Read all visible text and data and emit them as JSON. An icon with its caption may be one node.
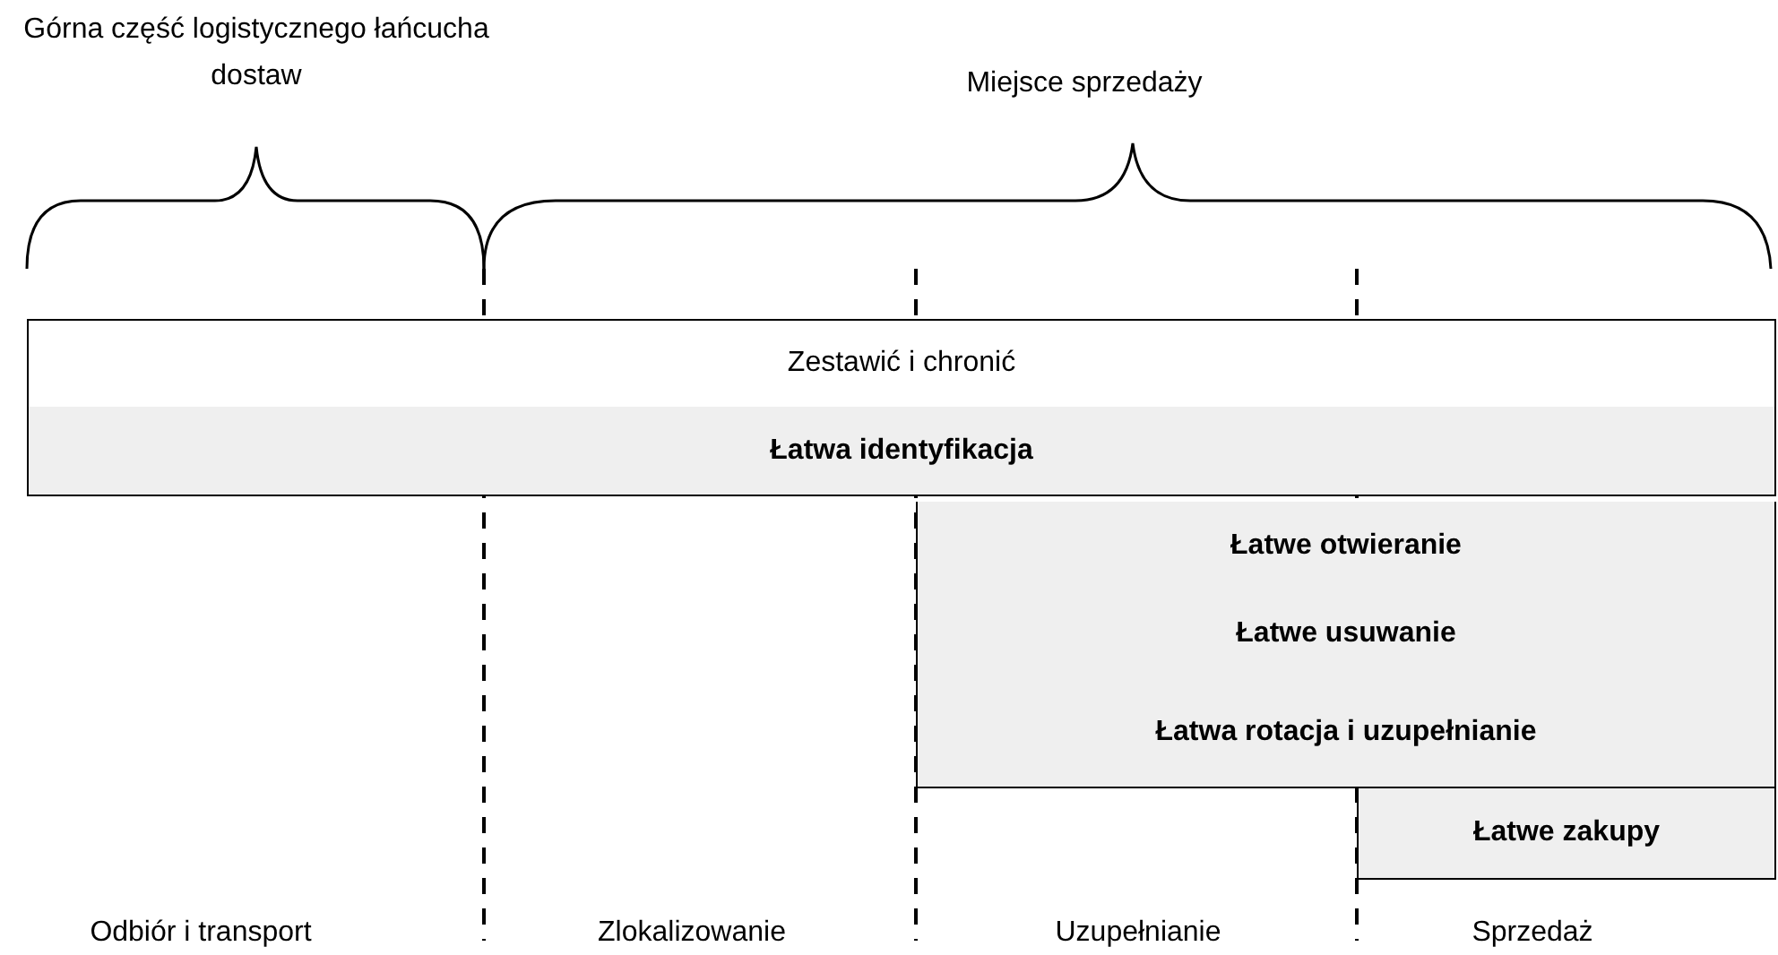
{
  "diagram": {
    "nodes": [
      {
        "text": [
          "Zestawić i chronić"
        ]
      },
      {
        "text": [
          "Łatwa identyfikacja"
        ]
      },
      {
        "text": [
          "Łatwe otwieranie"
        ]
      },
      {
        "text": [
          "Łatwe usuwanie"
        ]
      },
      {
        "text": [
          "Łatwa rotacja i uzupełnianie"
        ]
      },
      {
        "text": [
          "Łatwe zakupy"
        ]
      }
    ],
    "edges": [],
    "labels": [
      "Górna część logistycznego łańcucha dostaw",
      "Miejsce sprzedaży",
      "Odbiór i transport",
      "Zlokalizowanie",
      "Uzupełnianie",
      "Sprzedaż"
    ]
  }
}
